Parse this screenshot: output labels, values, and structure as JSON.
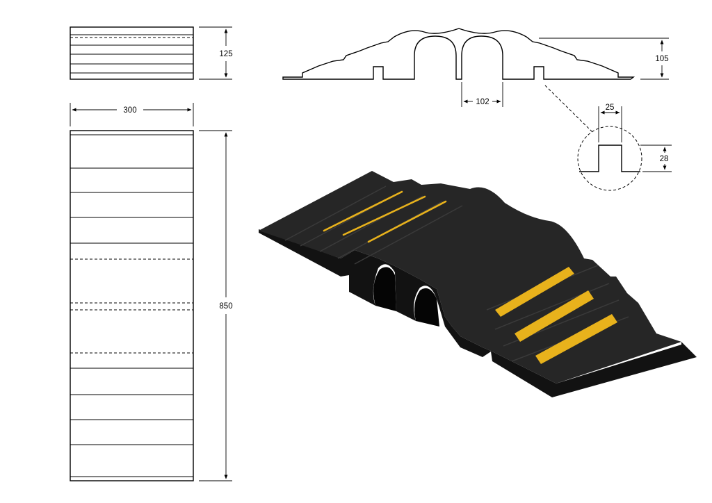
{
  "dimensions": {
    "top_height": "125",
    "width": "300",
    "length": "850",
    "profile_height": "105",
    "channel_width": "102",
    "slot_width": "25",
    "slot_depth": "28"
  },
  "colors": {
    "line": "#000000",
    "rubber_top": "#2a2a2a",
    "rubber_side": "#141414",
    "rubber_face": "#1c1c1c",
    "stripe": "#e8b21c",
    "background": "#ffffff"
  },
  "views": [
    "top-view-small",
    "plan-view",
    "cross-section-profile",
    "slot-detail",
    "isometric-render"
  ]
}
